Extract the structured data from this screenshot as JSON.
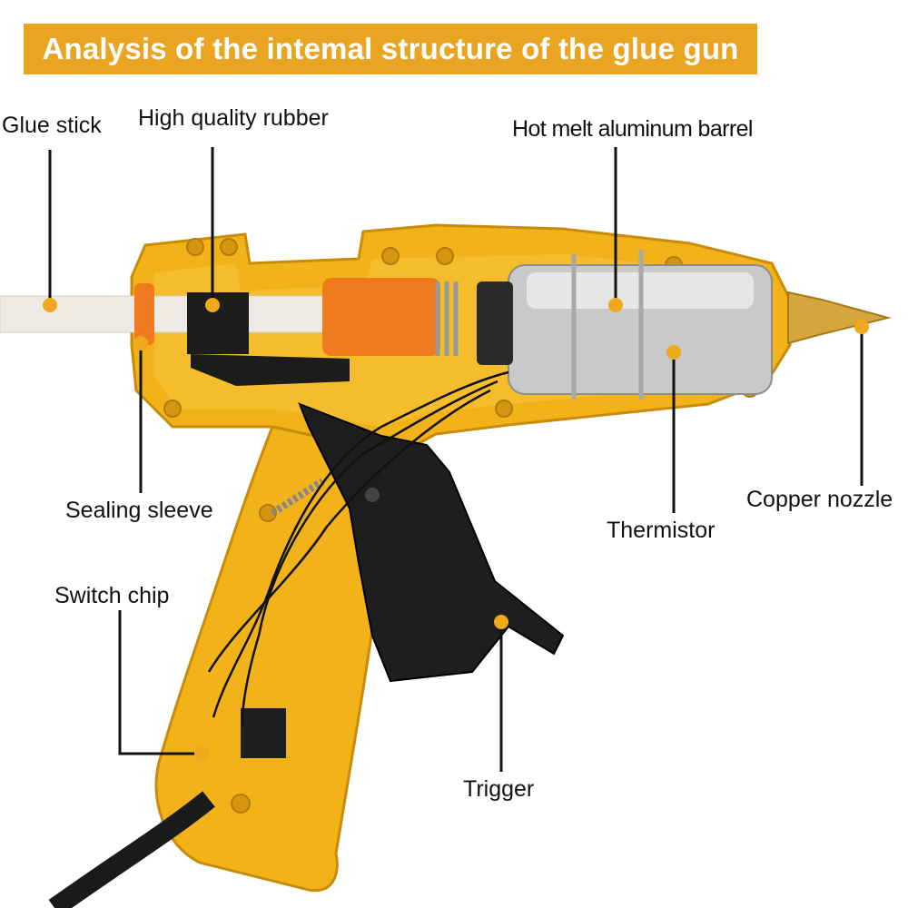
{
  "header": {
    "title": "Analysis of the intemal structure of the glue gun"
  },
  "labels": {
    "glue_stick": "Glue stick",
    "high_quality_rubber": "High quality rubber",
    "hot_melt_barrel": "Hot melt aluminum barrel",
    "sealing_sleeve": "Sealing sleeve",
    "switch_chip": "Switch chip",
    "thermistor": "Thermistor",
    "copper_nozzle": "Copper nozzle",
    "trigger": "Trigger"
  },
  "colors": {
    "banner": "#e9a521",
    "body_shell": "#f2b31a",
    "marker_dot": "#f0a81c",
    "leader_line": "#111111"
  }
}
